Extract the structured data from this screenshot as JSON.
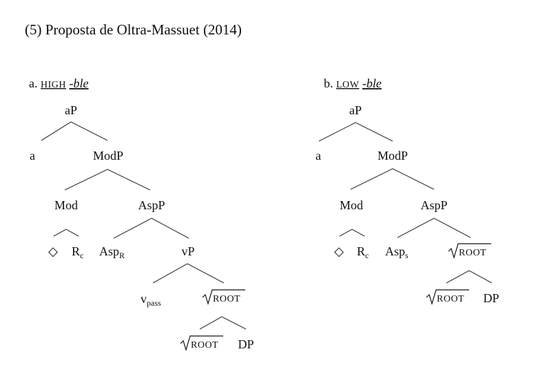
{
  "title": "(5) Proposta de Oltra-Massuet (2014)",
  "trees": [
    {
      "id": "tree-a",
      "prefix": "a.",
      "head_smallcaps": "HIGH",
      "head_suffix": "-ble",
      "nodes": {
        "aP": "aP",
        "a": "a",
        "ModP": "ModP",
        "Mod": "Mod",
        "AspP": "AspP",
        "diamond": "◇",
        "Rc_base": "R",
        "Rc_sub": "c",
        "AspR_base": "Asp",
        "AspR_sub": "R",
        "vP": "vP",
        "vpass_base": "v",
        "vpass_sub": "pass",
        "root1_sc": "ROOT",
        "root2_sc": "ROOT",
        "DP": "DP"
      }
    },
    {
      "id": "tree-b",
      "prefix": "b.",
      "head_smallcaps": "LOW",
      "head_suffix": "-ble",
      "nodes": {
        "aP": "aP",
        "a": "a",
        "ModP": "ModP",
        "Mod": "Mod",
        "AspP": "AspP",
        "diamond": "◇",
        "Rc_base": "R",
        "Rc_sub": "c",
        "Asps_base": "Asp",
        "Asps_sub": "s",
        "root1_sc": "ROOT",
        "root2_sc": "ROOT",
        "DP": "DP"
      }
    }
  ]
}
